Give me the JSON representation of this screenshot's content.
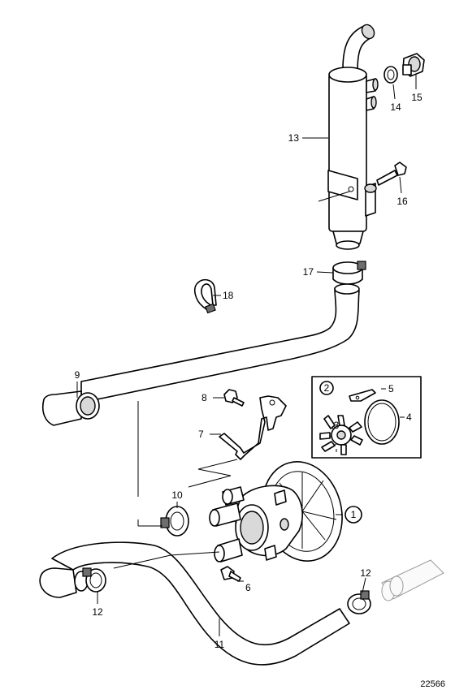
{
  "labels": {
    "p1": "1",
    "p2": "2",
    "p3": "3",
    "p4": "4",
    "p5": "5",
    "p6": "6",
    "p7": "7",
    "p8": "8",
    "p9": "9",
    "p10": "10",
    "p11": "11",
    "p12a": "12",
    "p12b": "12",
    "p13": "13",
    "p14": "14",
    "p15": "15",
    "p16": "16",
    "p17": "17",
    "p18": "18"
  },
  "figure_ref": "22566"
}
